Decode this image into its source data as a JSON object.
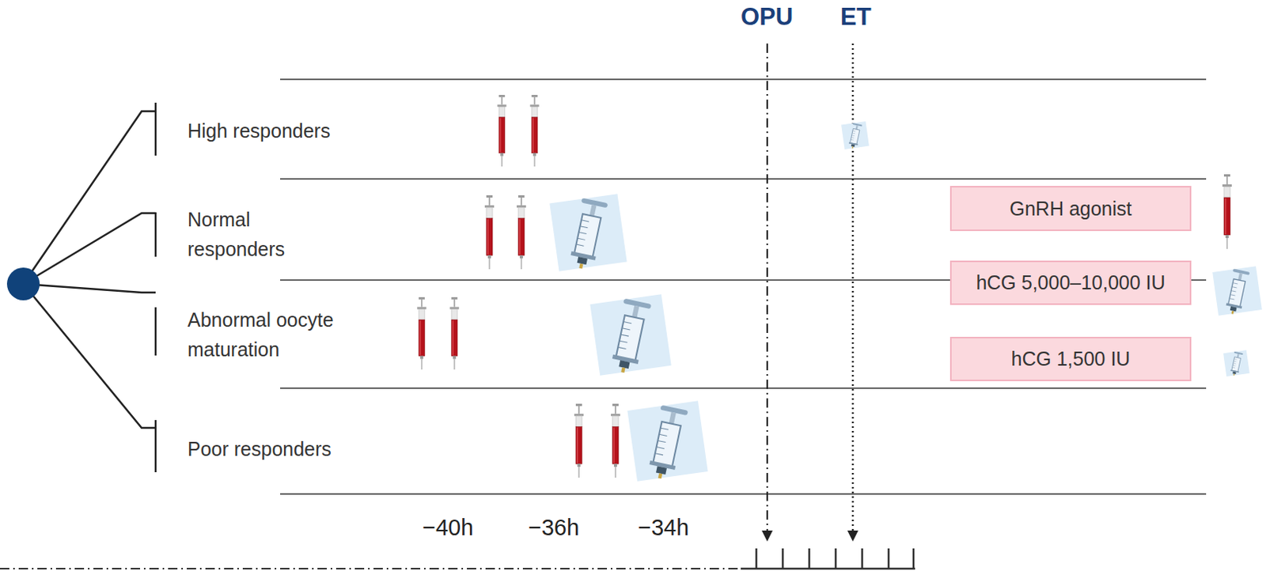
{
  "diagram": {
    "labels": [
      "OPU",
      "ET",
      "High responders",
      "Normal responders",
      "Abnormal oocyte maturation",
      "Poor responders",
      "−40h",
      "−36h",
      "−34h"
    ],
    "legend": [
      {
        "text": "GnRH agonist"
      },
      {
        "text": "hCG 5,000–10,000 IU"
      },
      {
        "text": "hCG 1,500 IU"
      }
    ]
  }
}
